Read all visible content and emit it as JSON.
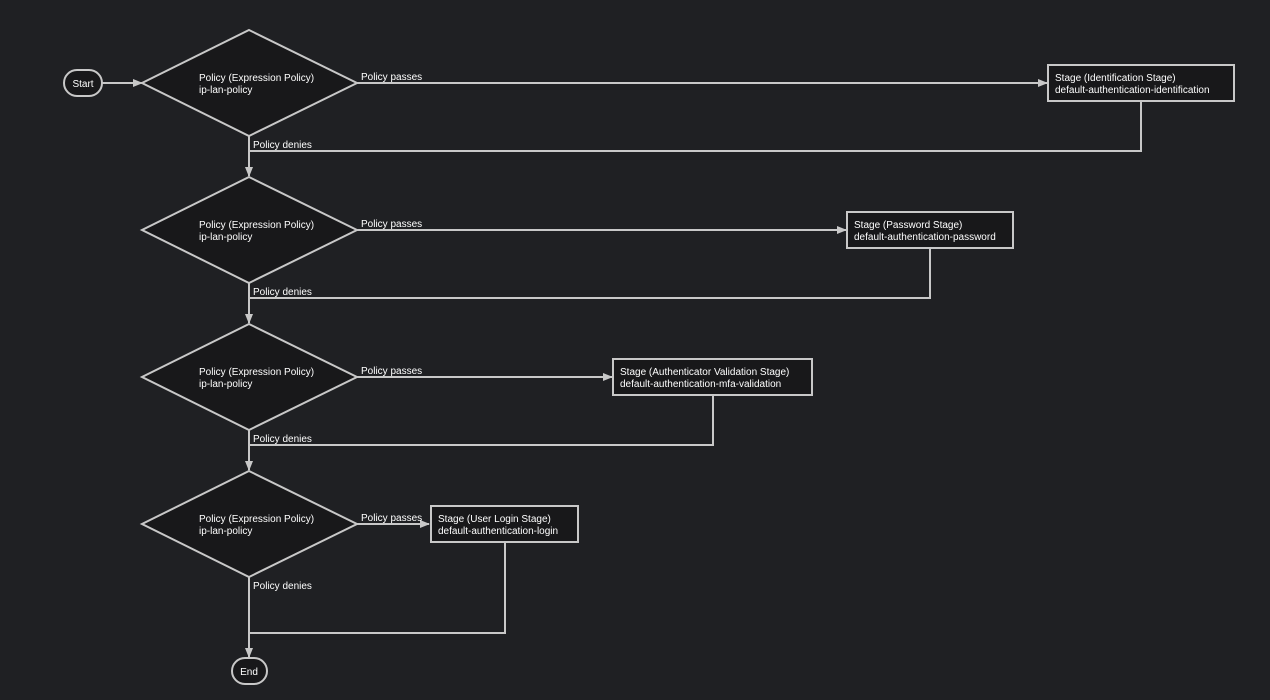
{
  "diagram": {
    "start_label": "Start",
    "end_label": "End",
    "decisions": [
      {
        "line1": "Policy (Expression Policy)",
        "line2": "ip-lan-policy",
        "pass_label": "Policy passes",
        "deny_label": "Policy denies",
        "stage": {
          "line1": "Stage (Identification Stage)",
          "line2": "default-authentication-identification"
        }
      },
      {
        "line1": "Policy (Expression Policy)",
        "line2": "ip-lan-policy",
        "pass_label": "Policy passes",
        "deny_label": "Policy denies",
        "stage": {
          "line1": "Stage (Password Stage)",
          "line2": "default-authentication-password"
        }
      },
      {
        "line1": "Policy (Expression Policy)",
        "line2": "ip-lan-policy",
        "pass_label": "Policy passes",
        "deny_label": "Policy denies",
        "stage": {
          "line1": "Stage (Authenticator Validation Stage)",
          "line2": "default-authentication-mfa-validation"
        }
      },
      {
        "line1": "Policy (Expression Policy)",
        "line2": "ip-lan-policy",
        "pass_label": "Policy passes",
        "deny_label": "Policy denies",
        "stage": {
          "line1": "Stage (User Login Stage)",
          "line2": "default-authentication-login"
        }
      }
    ],
    "colors": {
      "background": "#1f2023",
      "node_fill": "#18181a",
      "stroke": "#c8c8c8",
      "text": "#ffffff"
    }
  }
}
